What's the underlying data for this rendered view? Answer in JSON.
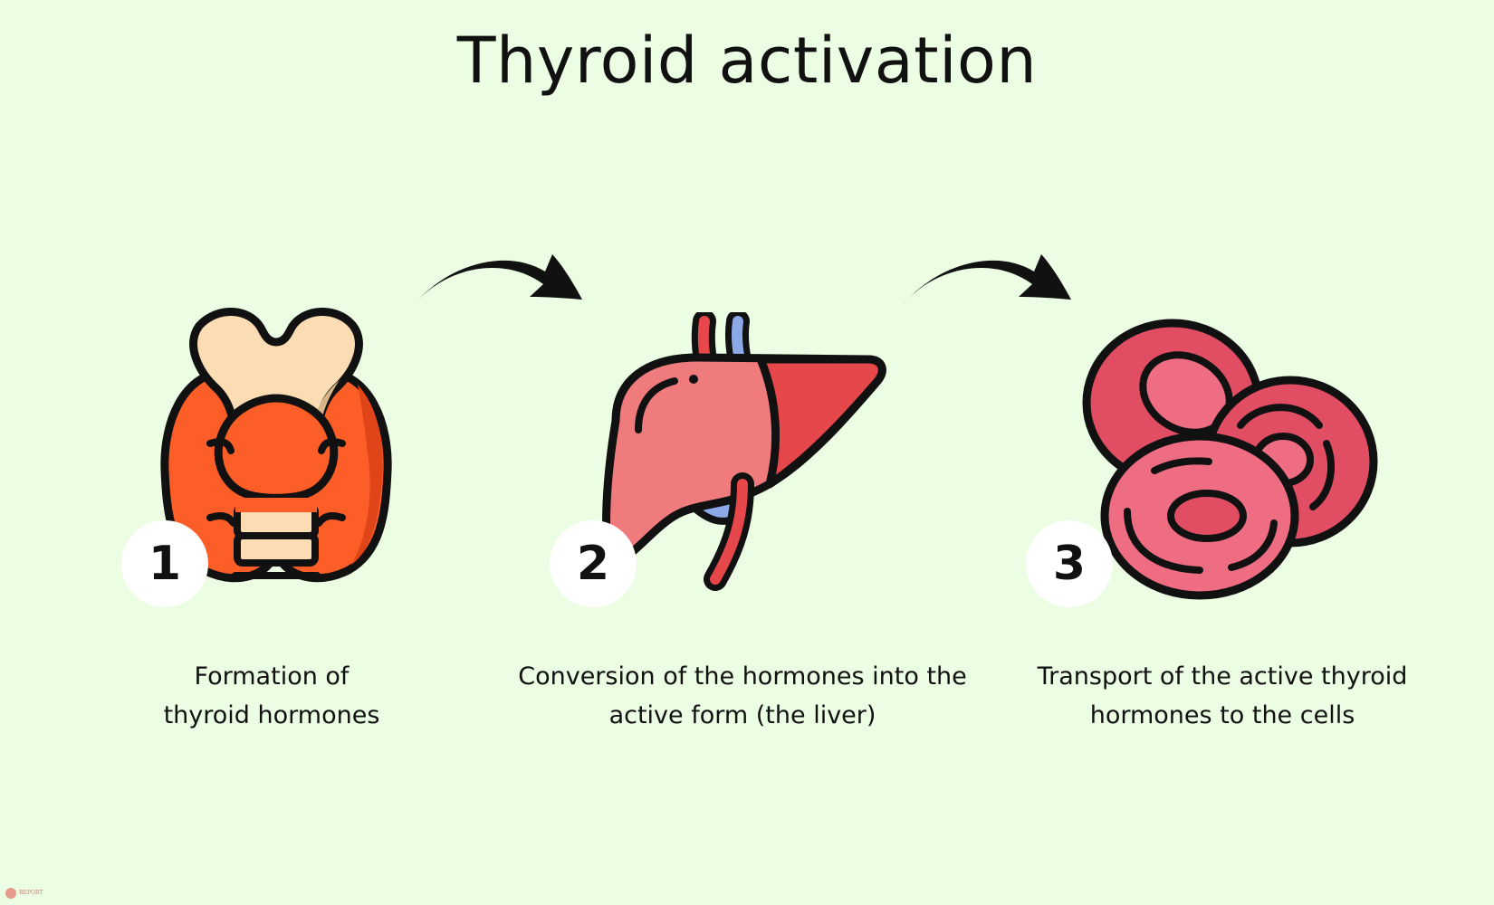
{
  "title": "Thyroid activation",
  "colors": {
    "background": "#ebfde3",
    "outline": "#111111",
    "thyroid": "#fd5d26",
    "thyroid_cartilage": "#fbdcb3",
    "liver_light": "#f07b7d",
    "liver_dark": "#e5474b",
    "vein": "#8aa9e6",
    "cell_light": "#ef6d82",
    "cell_dark": "#e14d63",
    "badge": "#ffffff"
  },
  "steps": [
    {
      "number": "1",
      "icon": "thyroid-gland-icon",
      "caption_lines": [
        "Formation of",
        "thyroid hormones"
      ]
    },
    {
      "number": "2",
      "icon": "liver-icon",
      "caption_lines": [
        "Conversion of the hormones into the",
        "active form (the liver)"
      ]
    },
    {
      "number": "3",
      "icon": "red-blood-cells-icon",
      "caption_lines": [
        "Transport of the active thyroid",
        "hormones to the cells"
      ]
    }
  ],
  "arrows": [
    "curved-arrow-icon",
    "curved-arrow-icon"
  ],
  "logo": {
    "text": "REPORT"
  }
}
